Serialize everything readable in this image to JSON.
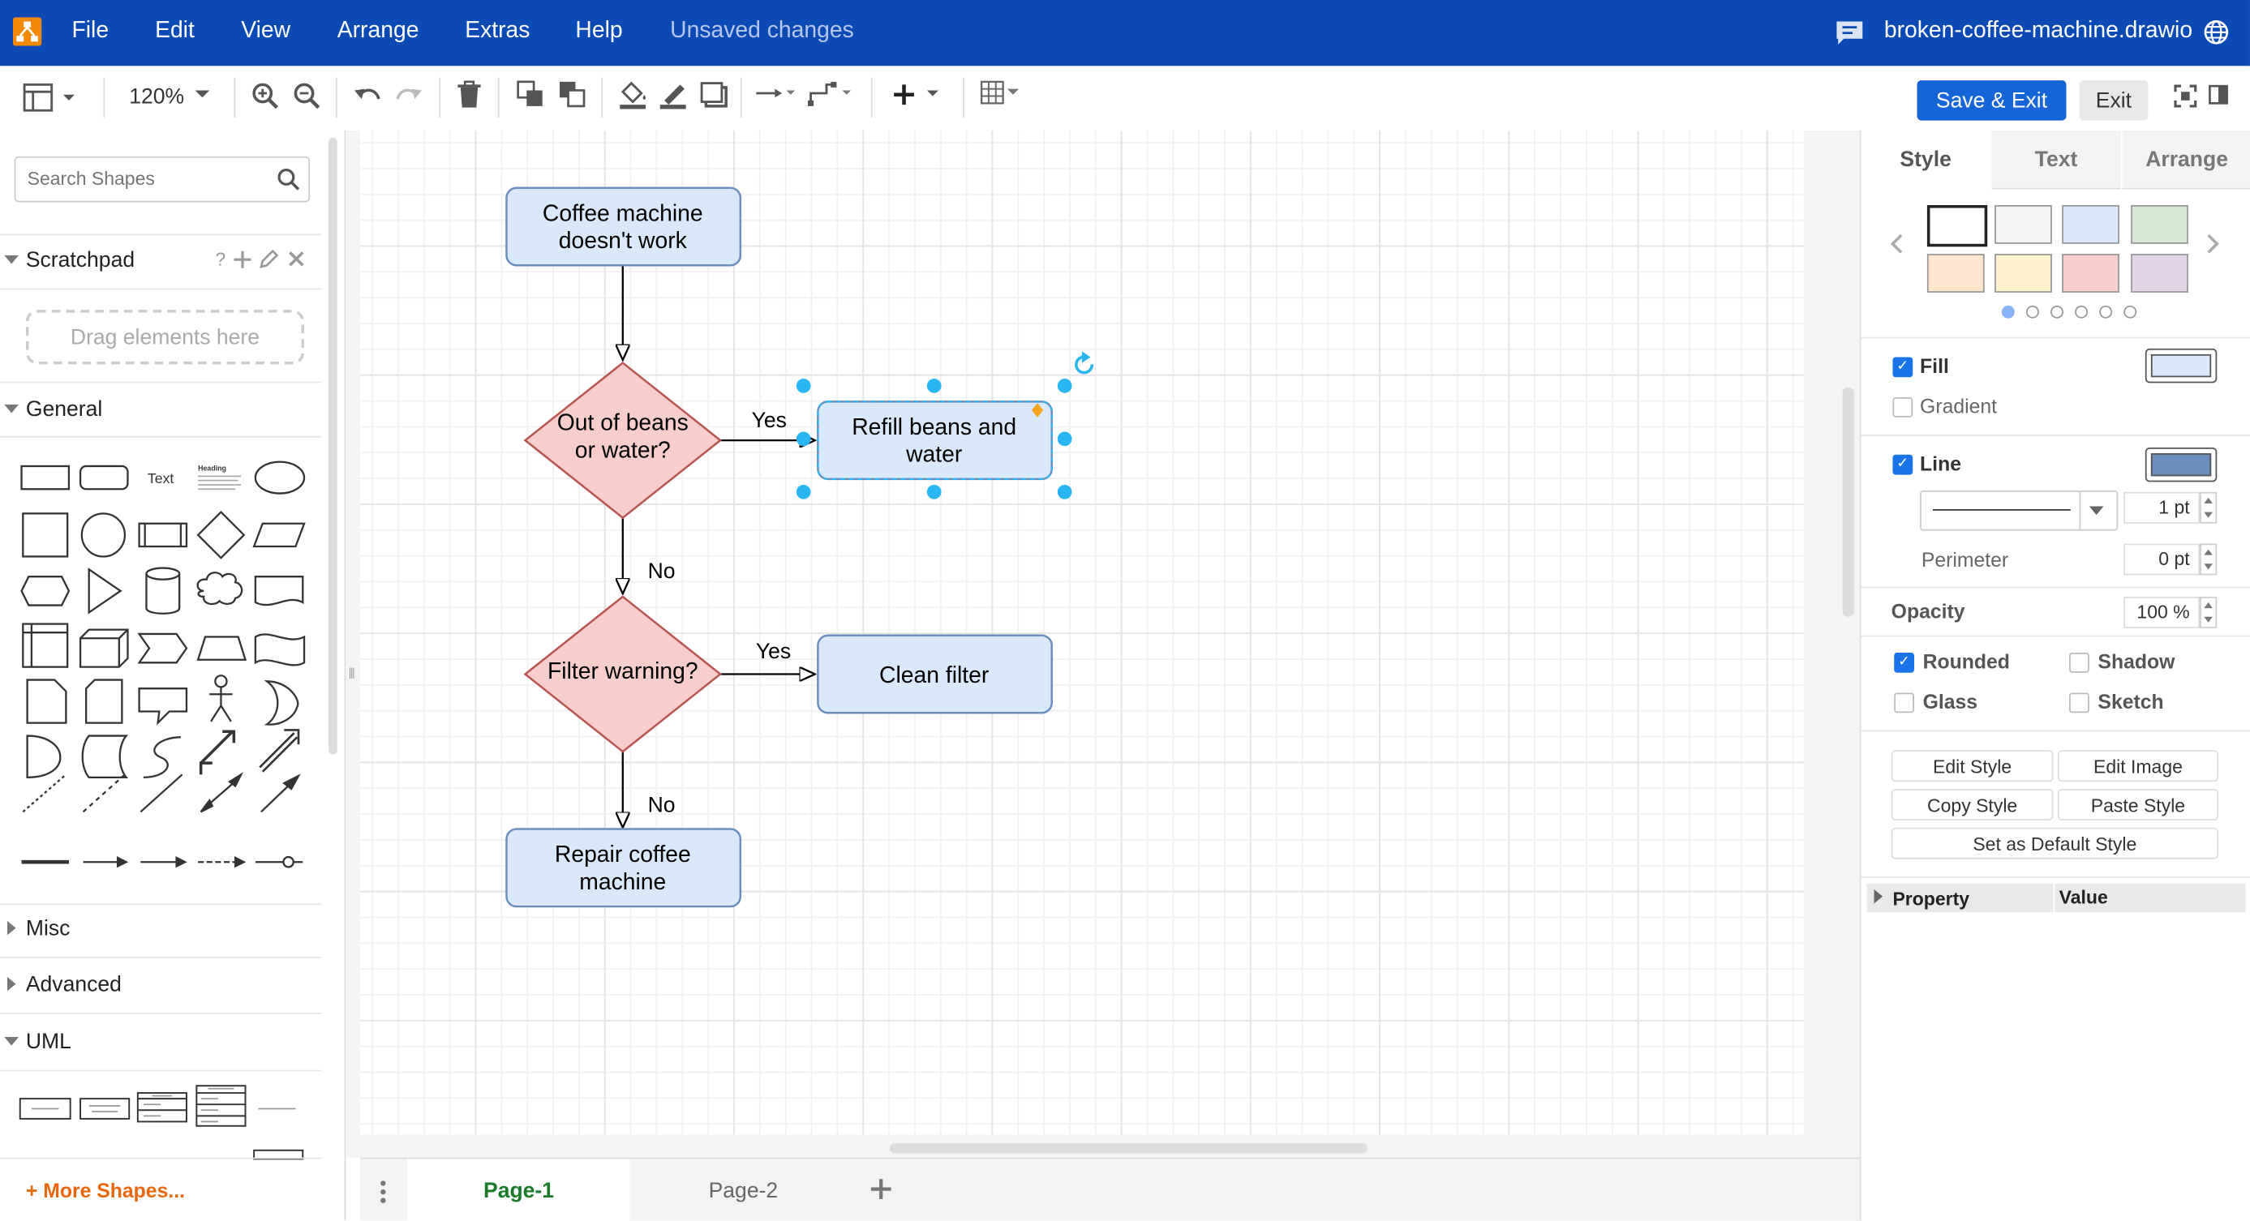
{
  "menubar": {
    "items": [
      "File",
      "Edit",
      "View",
      "Arrange",
      "Extras",
      "Help"
    ],
    "status": "Unsaved changes",
    "filename": "broken-coffee-machine.drawio"
  },
  "toolbar": {
    "zoom": "120%",
    "save_exit": "Save & Exit",
    "exit": "Exit"
  },
  "sidebar": {
    "search_placeholder": "Search Shapes",
    "scratchpad": {
      "title": "Scratchpad",
      "drop_hint": "Drag elements here"
    },
    "sections": [
      "General",
      "Misc",
      "Advanced",
      "UML"
    ],
    "shape_texts": {
      "text": "Text",
      "heading": "Heading"
    },
    "more_shapes": "+ More Shapes..."
  },
  "diagram": {
    "nodes": {
      "start": "Coffee machine doesn't work",
      "beans": "Out of beans or water?",
      "refill": "Refill beans and water",
      "filter": "Filter warning?",
      "clean": "Clean filter",
      "repair": "Repair coffee machine"
    },
    "edge_labels": {
      "yes1": "Yes",
      "no1": "No",
      "yes2": "Yes",
      "no2": "No"
    },
    "colors": {
      "process_fill": "#dae8fc",
      "process_stroke": "#6c8ebf",
      "decision_fill": "#f8cecc",
      "decision_stroke": "#b85450",
      "selection": "#29b6f2"
    }
  },
  "pages": {
    "tabs": [
      "Page-1",
      "Page-2"
    ],
    "active": "Page-1"
  },
  "format": {
    "tabs": [
      "Style",
      "Text",
      "Arrange"
    ],
    "active_tab": "Style",
    "swatches": [
      "#ffffff",
      "#f5f5f5",
      "#dae8fc",
      "#d5e8d4",
      "#ffe6cc",
      "#fff2cc",
      "#f8cecc",
      "#e1d5e7"
    ],
    "fill": {
      "label": "Fill",
      "checked": true,
      "color": "#dae8fc"
    },
    "gradient": {
      "label": "Gradient",
      "checked": false
    },
    "line": {
      "label": "Line",
      "checked": true,
      "color": "#6c8ebf",
      "width": "1 pt"
    },
    "perimeter": {
      "label": "Perimeter",
      "value": "0 pt"
    },
    "opacity": {
      "label": "Opacity",
      "value": "100 %"
    },
    "rounded": {
      "label": "Rounded",
      "checked": true
    },
    "shadow": {
      "label": "Shadow",
      "checked": false
    },
    "glass": {
      "label": "Glass",
      "checked": false
    },
    "sketch": {
      "label": "Sketch",
      "checked": false
    },
    "buttons": {
      "edit_style": "Edit Style",
      "edit_image": "Edit Image",
      "copy_style": "Copy Style",
      "paste_style": "Paste Style",
      "default_style": "Set as Default Style"
    },
    "table": {
      "property": "Property",
      "value": "Value"
    }
  }
}
